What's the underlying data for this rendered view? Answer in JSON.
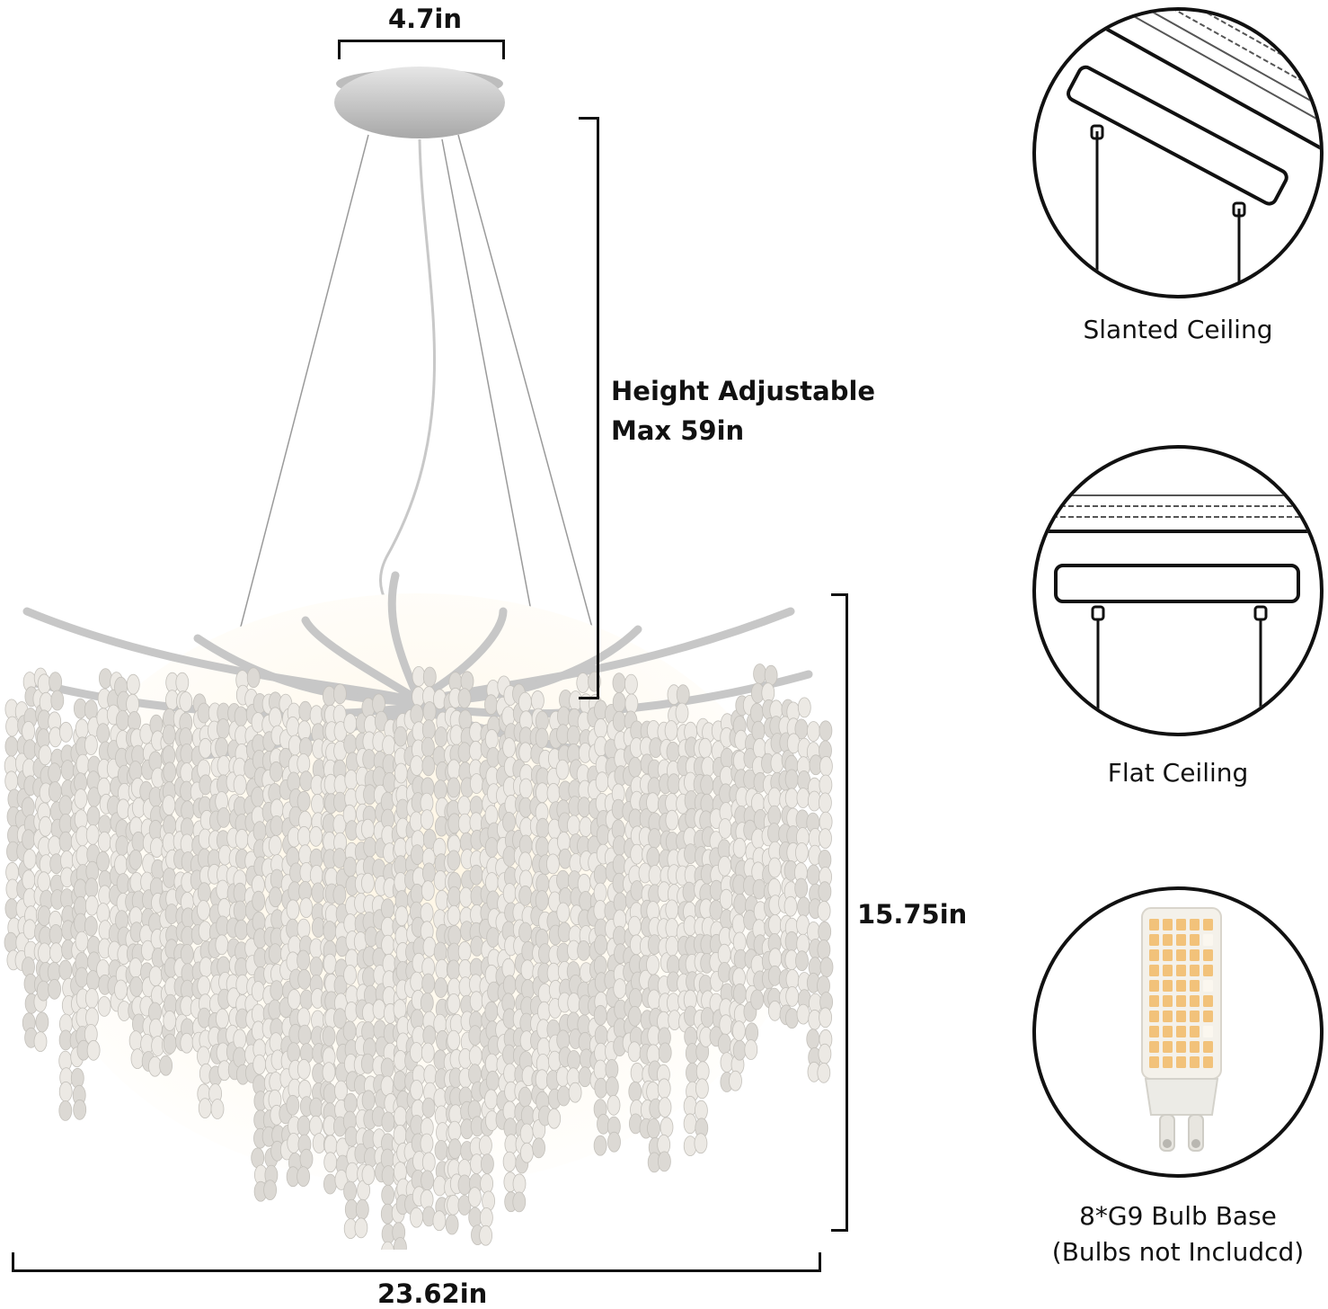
{
  "dimensions": {
    "canopy_width": "4.7in",
    "height_adjustable_line1": "Height Adjustable",
    "height_adjustable_line2": "Max 59in",
    "body_height": "15.75in",
    "body_width": "23.62in"
  },
  "installation": [
    {
      "label": "Slanted Ceiling",
      "icon": "slanted-ceiling-icon"
    },
    {
      "label": "Flat Ceiling",
      "icon": "flat-ceiling-icon"
    }
  ],
  "bulb": {
    "label_line1": "8*G9 Bulb Base",
    "label_line2": "(Bulbs not Includcd)",
    "icon": "g9-led-bulb-icon"
  },
  "colors": {
    "line": "#111111",
    "chrome": "#c9c9c9",
    "crystal": "#e9e6e1",
    "led": "#f2c27a"
  }
}
